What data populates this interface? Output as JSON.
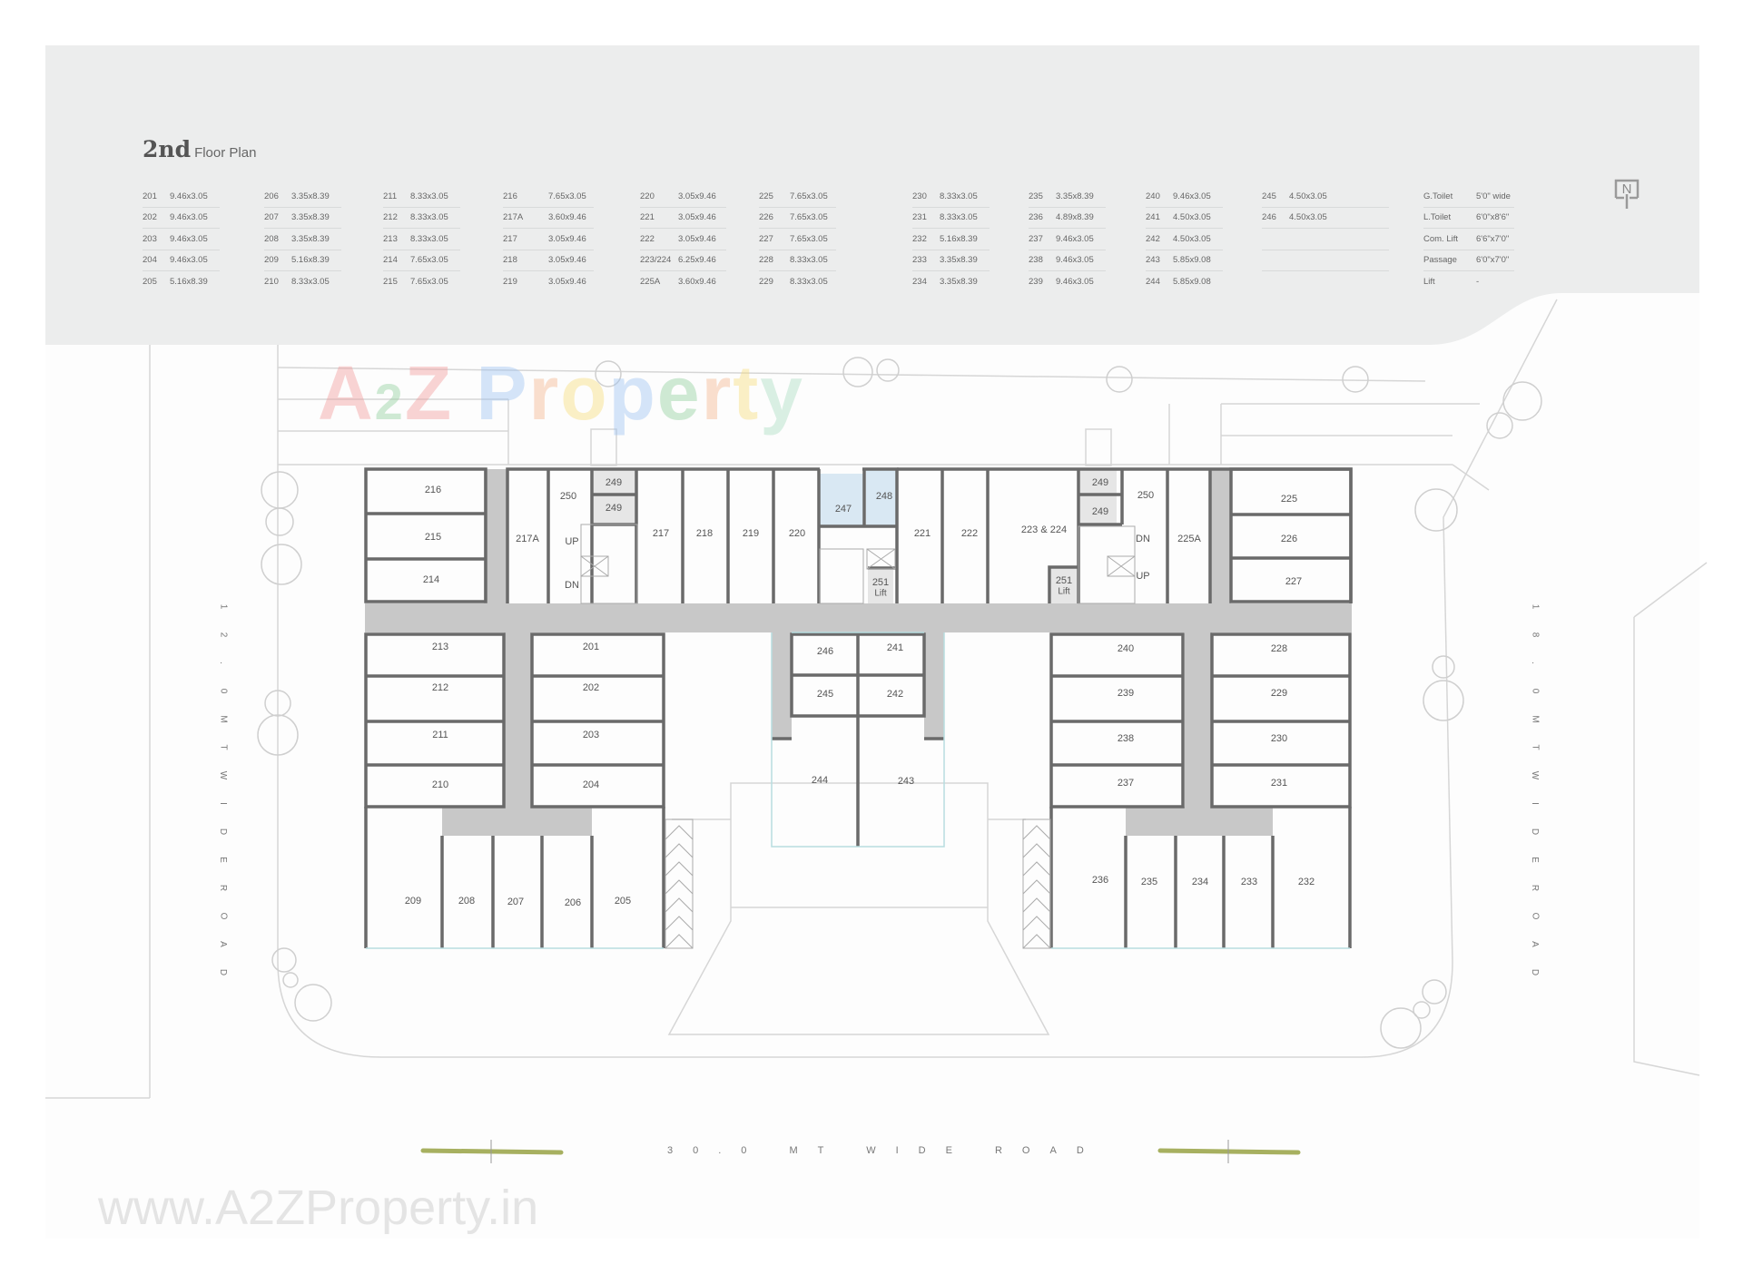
{
  "title": {
    "bold": "2nd",
    "rest": "Floor Plan"
  },
  "north_label": "N",
  "area_table": [
    [
      {
        "unit": "201",
        "size": "9.46x3.05"
      },
      {
        "unit": "202",
        "size": "9.46x3.05"
      },
      {
        "unit": "203",
        "size": "9.46x3.05"
      },
      {
        "unit": "204",
        "size": "9.46x3.05"
      },
      {
        "unit": "205",
        "size": "5.16x8.39"
      }
    ],
    [
      {
        "unit": "206",
        "size": "3.35x8.39"
      },
      {
        "unit": "207",
        "size": "3.35x8.39"
      },
      {
        "unit": "208",
        "size": "3.35x8.39"
      },
      {
        "unit": "209",
        "size": "5.16x8.39"
      },
      {
        "unit": "210",
        "size": "8.33x3.05"
      }
    ],
    [
      {
        "unit": "211",
        "size": "8.33x3.05"
      },
      {
        "unit": "212",
        "size": "8.33x3.05"
      },
      {
        "unit": "213",
        "size": "8.33x3.05"
      },
      {
        "unit": "214",
        "size": "7.65x3.05"
      },
      {
        "unit": "215",
        "size": "7.65x3.05"
      }
    ],
    [
      {
        "unit": "216",
        "size": "7.65x3.05"
      },
      {
        "unit": "217A",
        "size": "3.60x9.46"
      },
      {
        "unit": "217",
        "size": "3.05x9.46"
      },
      {
        "unit": "218",
        "size": "3.05x9.46"
      },
      {
        "unit": "219",
        "size": "3.05x9.46"
      }
    ],
    [
      {
        "unit": "220",
        "size": "3.05x9.46"
      },
      {
        "unit": "221",
        "size": "3.05x9.46"
      },
      {
        "unit": "222",
        "size": "3.05x9.46"
      },
      {
        "unit": "223/224",
        "size": "6.25x9.46"
      },
      {
        "unit": "225A",
        "size": "3.60x9.46"
      }
    ],
    [
      {
        "unit": "225",
        "size": "7.65x3.05"
      },
      {
        "unit": "226",
        "size": "7.65x3.05"
      },
      {
        "unit": "227",
        "size": "7.65x3.05"
      },
      {
        "unit": "228",
        "size": "8.33x3.05"
      },
      {
        "unit": "229",
        "size": "8.33x3.05"
      }
    ],
    [
      {
        "unit": "230",
        "size": "8.33x3.05"
      },
      {
        "unit": "231",
        "size": "8.33x3.05"
      },
      {
        "unit": "232",
        "size": "5.16x8.39"
      },
      {
        "unit": "233",
        "size": "3.35x8.39"
      },
      {
        "unit": "234",
        "size": "3.35x8.39"
      }
    ],
    [
      {
        "unit": "235",
        "size": "3.35x8.39"
      },
      {
        "unit": "236",
        "size": "4.89x8.39"
      },
      {
        "unit": "237",
        "size": "9.46x3.05"
      },
      {
        "unit": "238",
        "size": "9.46x3.05"
      },
      {
        "unit": "239",
        "size": "9.46x3.05"
      }
    ],
    [
      {
        "unit": "240",
        "size": "9.46x3.05"
      },
      {
        "unit": "241",
        "size": "4.50x3.05"
      },
      {
        "unit": "242",
        "size": "4.50x3.05"
      },
      {
        "unit": "243",
        "size": "5.85x9.08"
      },
      {
        "unit": "244",
        "size": "5.85x9.08"
      }
    ],
    [
      {
        "unit": "245",
        "size": "4.50x3.05"
      },
      {
        "unit": "246",
        "size": "4.50x3.05"
      },
      {
        "unit": "",
        "size": ""
      },
      {
        "unit": "",
        "size": ""
      },
      {
        "unit": ""
      }
    ],
    [
      {
        "unit": "G.Toilet",
        "size": "5'0\" wide"
      },
      {
        "unit": "L.Toilet",
        "size": "6'0\"x8'6\""
      },
      {
        "unit": "Com. Lift",
        "size": "6'6\"x7'0\""
      },
      {
        "unit": "Passage",
        "size": "6'0\"x7'0\""
      },
      {
        "unit": "Lift",
        "size": "-"
      }
    ]
  ],
  "plan_labels": {
    "u216": "216",
    "u215": "215",
    "u214": "214",
    "u217a": "217A",
    "u250a": "250",
    "u249a": "249",
    "u249b": "249",
    "up_a": "UP",
    "dn_a": "DN",
    "u217": "217",
    "u218": "218",
    "u219": "219",
    "u220": "220",
    "u247": "247",
    "u248": "248",
    "u251a": "251",
    "lift_a": "Lift",
    "u221": "221",
    "u222": "222",
    "u223": "223 & 224",
    "u249c": "249",
    "u249d": "249",
    "u250b": "250",
    "dn_b": "DN",
    "up_b": "UP",
    "u251b": "251",
    "lift_b": "Lift",
    "u225a": "225A",
    "u225": "225",
    "u226": "226",
    "u227": "227",
    "u213": "213",
    "u212": "212",
    "u211": "211",
    "u210": "210",
    "u201": "201",
    "u202": "202",
    "u203": "203",
    "u204": "204",
    "u209": "209",
    "u208": "208",
    "u207": "207",
    "u206": "206",
    "u205": "205",
    "u246": "246",
    "u241": "241",
    "u245": "245",
    "u242": "242",
    "u244": "244",
    "u243": "243",
    "u240": "240",
    "u239": "239",
    "u238": "238",
    "u237": "237",
    "u228": "228",
    "u229": "229",
    "u230": "230",
    "u231": "231",
    "u236": "236",
    "u235": "235",
    "u234": "234",
    "u233": "233",
    "u232": "232"
  },
  "roads": {
    "left": [
      "1",
      "2",
      ".",
      "0",
      "M",
      "T",
      "W",
      "I",
      "D",
      "E",
      "R",
      "O",
      "A",
      "D"
    ],
    "right": [
      "1",
      "8",
      ".",
      "0",
      "M",
      "T",
      "W",
      "I",
      "D",
      "E",
      "R",
      "O",
      "A",
      "D"
    ],
    "bottom": "30.0 MT WIDE ROAD"
  },
  "watermarks": {
    "logo_parts": [
      {
        "text": "A",
        "color": "#f29a9a"
      },
      {
        "text": "2",
        "color": "#8fcf9a"
      },
      {
        "text": "Z ",
        "color": "#f29a9a"
      },
      {
        "text": "P",
        "color": "#9cc2f2"
      },
      {
        "text": "r",
        "color": "#f5b48c"
      },
      {
        "text": "o",
        "color": "#f7dc7a"
      },
      {
        "text": "p",
        "color": "#9cc2f2"
      },
      {
        "text": "e",
        "color": "#8fcf9a"
      },
      {
        "text": "r",
        "color": "#f5b48c"
      },
      {
        "text": "t",
        "color": "#f7dc7a"
      },
      {
        "text": "y",
        "color": "#a8dcc0"
      }
    ],
    "url": "www.A2ZProperty.in"
  },
  "colors": {
    "header_band": "#eceded",
    "wall": "#6a6a6a",
    "corridor": "#c8c8c8",
    "service_room": "#e6e6e6",
    "toilet": "#d9e8f3",
    "glass": "#a9d7dc",
    "site_line": "#d2d2d2",
    "tree_bar": "#a7b060"
  }
}
